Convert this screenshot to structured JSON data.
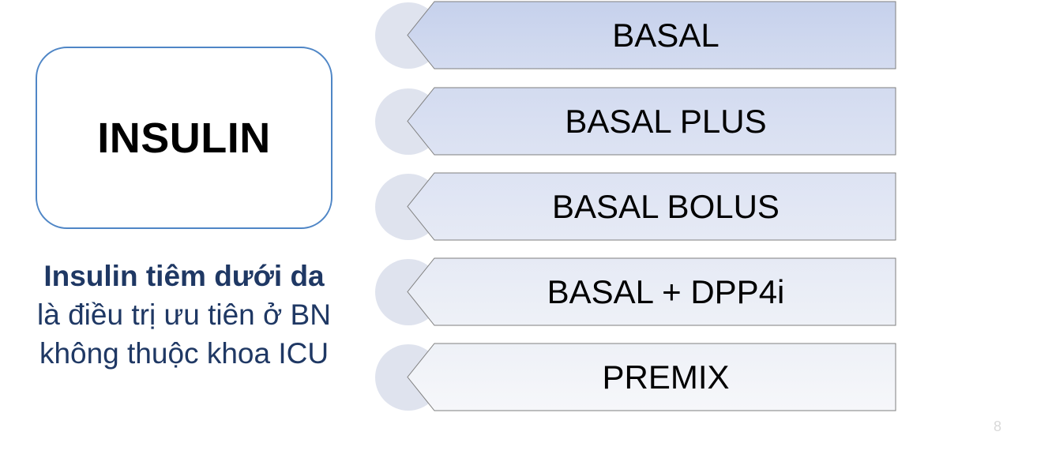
{
  "title_box": {
    "label": "INSULIN"
  },
  "caption": {
    "bold_line": "Insulin tiêm dưới da",
    "line_2": "là điều trị ưu tiên ở BN",
    "line_3": "không thuộc khoa ICU"
  },
  "options": [
    {
      "label": "BASAL"
    },
    {
      "label": "BASAL PLUS"
    },
    {
      "label": "BASAL BOLUS"
    },
    {
      "label": "BASAL + DPP4i"
    },
    {
      "label": "PREMIX"
    }
  ],
  "page": {
    "number": "8"
  },
  "colors": {
    "box_border": "#4f86c6",
    "caption_text": "#1f3864",
    "banner_top_first": "#c9d4ee",
    "banner_bottom_last": "#f6f7fa",
    "circle_fill": "#dfe3ee"
  }
}
